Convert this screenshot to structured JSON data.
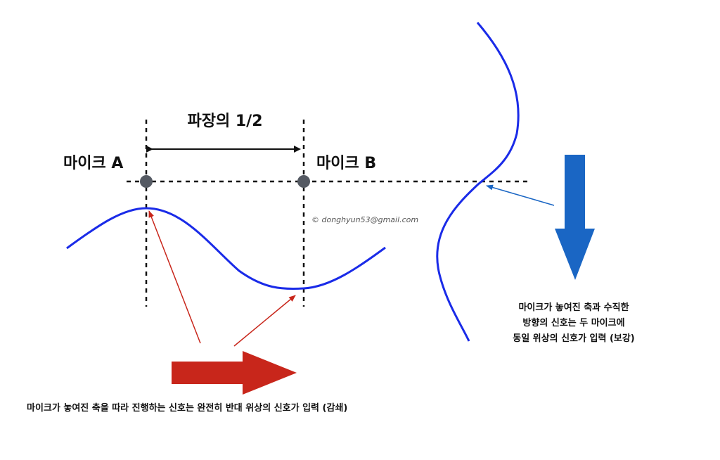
{
  "labels": {
    "half_wavelength": "파장의 1/2",
    "mic_a": "마이크 A",
    "mic_b": "마이크 B",
    "credit": "© donghyun53@gmail.com"
  },
  "captions": {
    "right": [
      "마이크가 놓여진 축과 수직한",
      "방향의 신호는 두 마이크에",
      "동일 위상의 신호가 입력 (보강)"
    ],
    "bottom": "마이크가 놓여진 축을 따라 진행하는 신호는 완전히 반대 위상의 신호가 입력 (감쇄)"
  },
  "colors": {
    "wave": "#1a2be8",
    "arrow_red": "#c8261b",
    "arrow_blue": "#1a66c4",
    "mic_dot": "#555a63",
    "line": "#111111"
  }
}
